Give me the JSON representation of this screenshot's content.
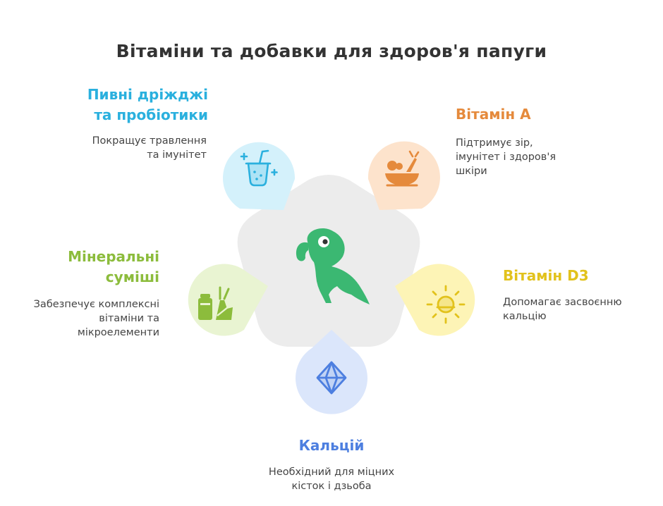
{
  "title": "Вітаміни та добавки для здоров'я папуги",
  "center": {
    "icon": "parrot-icon"
  },
  "items": [
    {
      "key": "yeast",
      "heading": "Пивні дріжджі та пробіотики",
      "heading_lines": [
        "Пивні дріжджі",
        "та пробіотики"
      ],
      "description_lines": [
        "Покращує травлення",
        "та імунітет"
      ],
      "icon": "probiotic-drink-icon",
      "color": "#2ab0de",
      "fill": "#d4f1fb"
    },
    {
      "key": "vitamin-a",
      "heading": "Вітамін А",
      "heading_lines": [
        "Вітамін А"
      ],
      "description_lines": [
        "Підтримує зір,",
        "імунітет і здоров'я",
        "шкіри"
      ],
      "icon": "vegetable-bowl-icon",
      "color": "#e58a3c",
      "fill": "#fde3cc"
    },
    {
      "key": "vitamin-d3",
      "heading": "Вітамін D3",
      "heading_lines": [
        "Вітамін D3"
      ],
      "description_lines": [
        "Допомагає засвоєнню",
        "кальцію"
      ],
      "icon": "sun-icon",
      "color": "#e2c21c",
      "fill": "#fdf4b6"
    },
    {
      "key": "calcium",
      "heading": "Кальцій",
      "heading_lines": [
        "Кальцій"
      ],
      "description_lines": [
        "Необхідний для міцних",
        "кісток і дзьоба"
      ],
      "icon": "diamond-icon",
      "color": "#4d7fe0",
      "fill": "#dbe6fb"
    },
    {
      "key": "minerals",
      "heading": "Мінеральні суміші",
      "heading_lines": [
        "Мінеральні",
        "суміші"
      ],
      "description_lines": [
        "Забезпечує комплексні",
        "вітаміни та",
        "мікроелементи"
      ],
      "icon": "mineral-mix-icon",
      "color": "#8cbc3c",
      "fill": "#e9f4d2"
    }
  ]
}
